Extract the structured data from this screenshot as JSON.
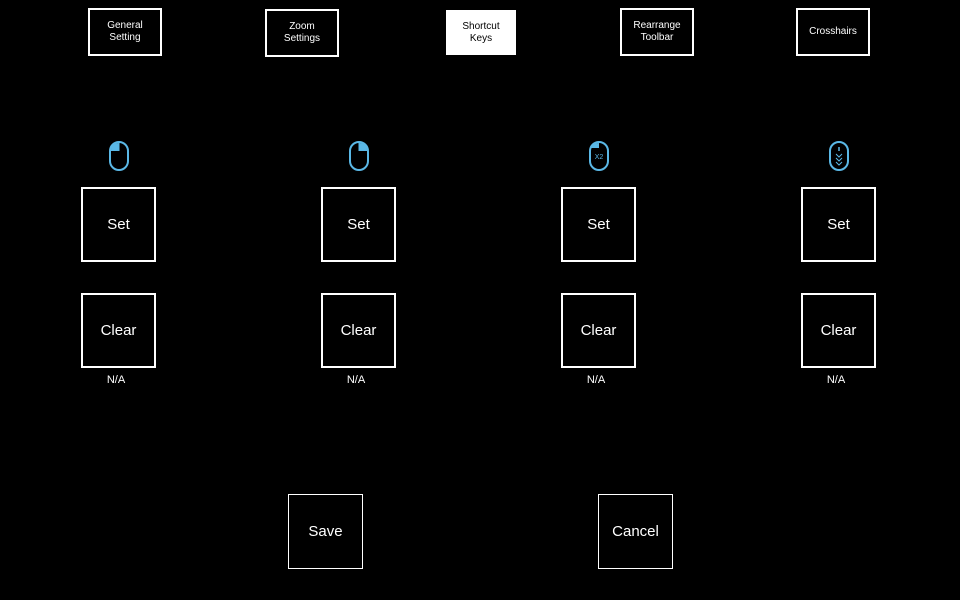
{
  "tabs": [
    {
      "label": "General\nSetting",
      "active": false
    },
    {
      "label": "Zoom\nSettings",
      "active": false
    },
    {
      "label": "Shortcut\nKeys",
      "active": true
    },
    {
      "label": "Rearrange\nToolbar",
      "active": false
    },
    {
      "label": "Crosshairs",
      "active": false
    }
  ],
  "shortcuts": [
    {
      "icon": "mouse-left-button-icon",
      "set_label": "Set",
      "clear_label": "Clear",
      "binding": "N/A"
    },
    {
      "icon": "mouse-right-button-icon",
      "set_label": "Set",
      "clear_label": "Clear",
      "binding": "N/A"
    },
    {
      "icon": "mouse-x2-button-icon",
      "icon_text": "X2",
      "set_label": "Set",
      "clear_label": "Clear",
      "binding": "N/A"
    },
    {
      "icon": "mouse-scroll-wheel-icon",
      "set_label": "Set",
      "clear_label": "Clear",
      "binding": "N/A"
    }
  ],
  "footer": {
    "save_label": "Save",
    "cancel_label": "Cancel"
  },
  "colors": {
    "background": "#000000",
    "foreground": "#ffffff",
    "icon_accent": "#5ab8e6"
  }
}
